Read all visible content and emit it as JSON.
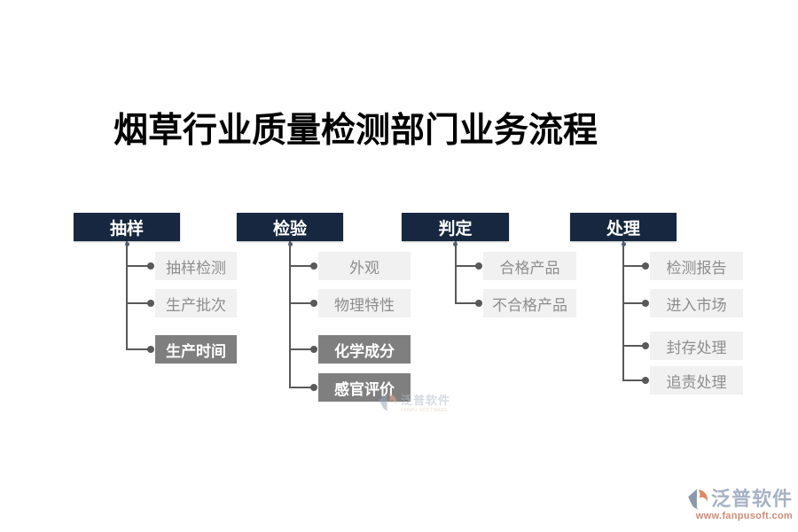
{
  "title": "烟草行业质量检测部门业务流程",
  "columns": [
    {
      "header": "抽样",
      "items": [
        {
          "label": "抽样检测",
          "variant": "light"
        },
        {
          "label": "生产批次",
          "variant": "light"
        },
        {
          "label": "生产时间",
          "variant": "dark"
        }
      ]
    },
    {
      "header": "检验",
      "items": [
        {
          "label": "外观",
          "variant": "light"
        },
        {
          "label": "物理特性",
          "variant": "light"
        },
        {
          "label": "化学成分",
          "variant": "dark"
        },
        {
          "label": "感官评价",
          "variant": "dark"
        }
      ]
    },
    {
      "header": "判定",
      "items": [
        {
          "label": "合格产品",
          "variant": "light"
        },
        {
          "label": "不合格产品",
          "variant": "light"
        }
      ]
    },
    {
      "header": "处理",
      "items": [
        {
          "label": "检测报告",
          "variant": "light"
        },
        {
          "label": "进入市场",
          "variant": "light"
        },
        {
          "label": "封存处理",
          "variant": "light"
        },
        {
          "label": "追责处理",
          "variant": "light"
        }
      ]
    }
  ],
  "watermark": {
    "name": "泛普软件",
    "subtext": "FANPU SOFTWARE"
  },
  "footer_logo": {
    "name": "泛普软件",
    "url": "www.fanpusoft.com"
  },
  "colors": {
    "header_bg": "#17273F",
    "item_light_bg": "#F1F1F1",
    "item_light_text": "#8E8E8E",
    "item_dark_bg": "#7F7F7F",
    "item_dark_text": "#FFFFFF",
    "connector": "#595959",
    "title": "#000000",
    "logo_text": "#A6B2C5",
    "logo_url": "#D08B76",
    "logo_orange": "#DE8A63",
    "logo_slate": "#8A97AD"
  }
}
